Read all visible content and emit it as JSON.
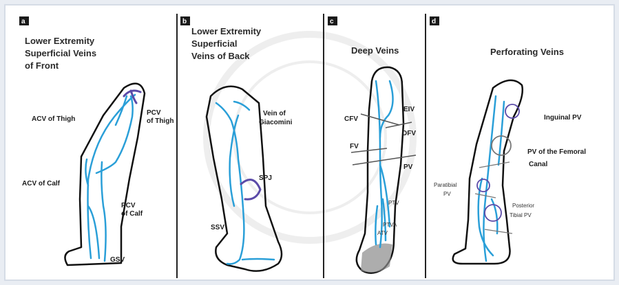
{
  "panels": [
    {
      "tag": "a",
      "title_lines": [
        "Lower Extremity",
        "Superficial Veins",
        "of Front"
      ],
      "labels": {
        "acv_thigh": "ACV of Thigh",
        "pcv_thigh_1": "PCV",
        "pcv_thigh_2": "of Thigh",
        "acv_calf": "ACV of Calf",
        "pcv_calf_1": "PCV",
        "pcv_calf_2": "of Calf",
        "gsv": "GSV"
      }
    },
    {
      "tag": "b",
      "title_lines": [
        "Lower Extremity",
        "Superficial",
        "Veins of Back"
      ],
      "labels": {
        "giacomini_1": "Vein of",
        "giacomini_2": "Giacomini",
        "spj": "SPJ",
        "ssv": "SSV"
      }
    },
    {
      "tag": "c",
      "title_lines": [
        "Deep Veins"
      ],
      "labels": {
        "eiv": "EIV",
        "cfv": "CFV",
        "dfv": "DFV",
        "fv": "FV",
        "pv": "PV",
        "ptv": "PTV",
        "pna": "PTVA",
        "atv": "ATV"
      }
    },
    {
      "tag": "d",
      "title_lines": [
        "Perforating Veins"
      ],
      "labels": {
        "inguinal": "Inguinal PV",
        "femoral_1": "PV of the Femoral",
        "femoral_2": "Canal",
        "paratibial_1": "Paratibial",
        "paratibial_2": "PV",
        "posterior_1": "Posterior",
        "posterior_2": "Tibial PV"
      }
    }
  ],
  "colors": {
    "vein_blue": "#2a9fd8",
    "vein_purple": "#5b4aa8",
    "leg_outline": "#111111",
    "tag_bg": "#1a1a1a"
  }
}
